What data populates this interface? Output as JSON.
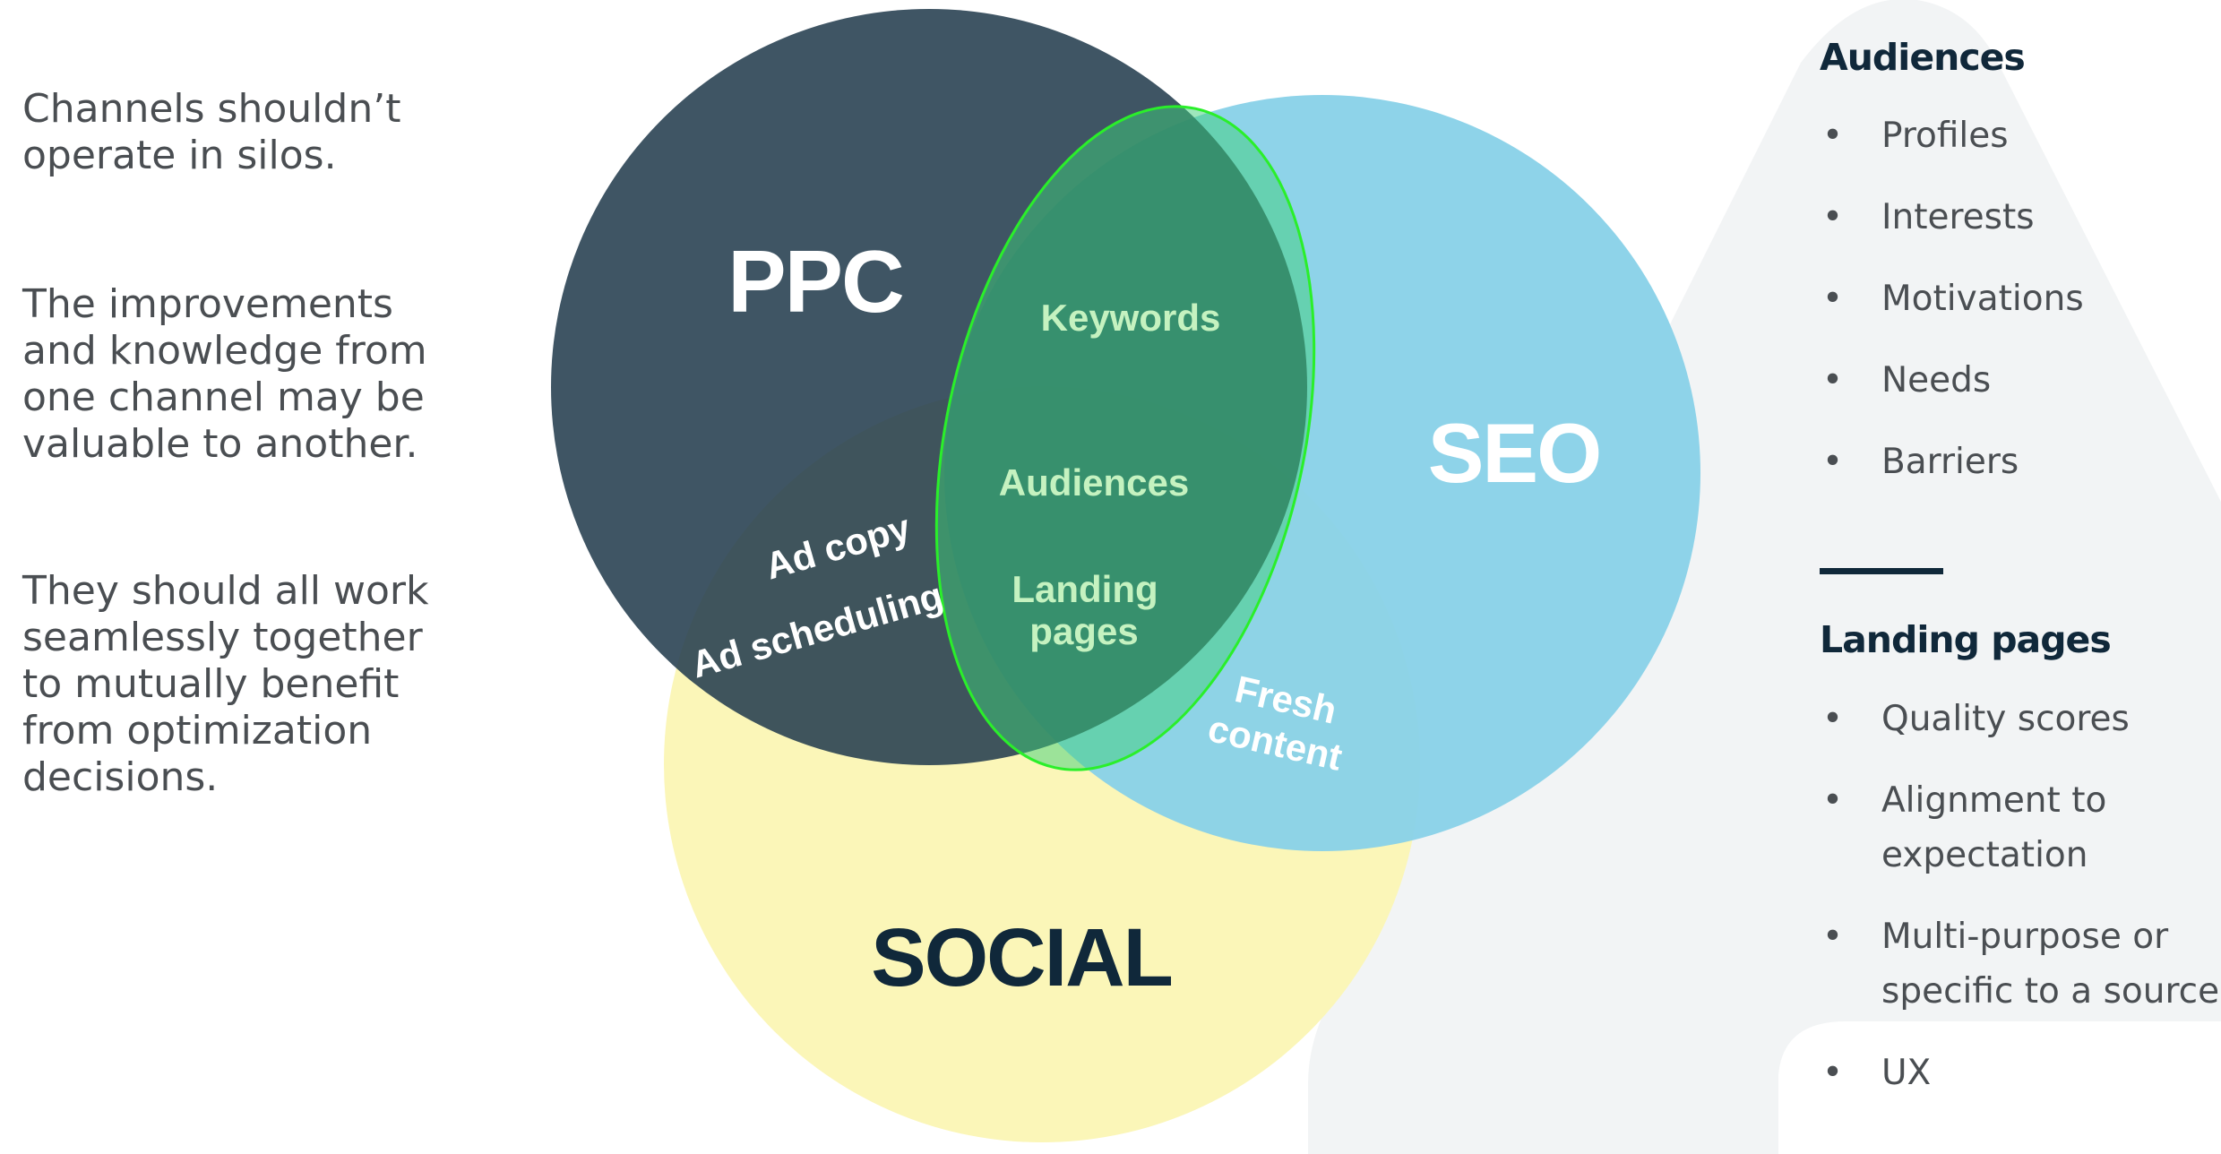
{
  "left_paragraphs": [
    "Channels shouldn’t operate in silos.",
    "The improvements and knowledge from one channel may be valuable to another.",
    "They should all work seamlessly together to mutually benefit from optimization decisions."
  ],
  "venn": {
    "circles": [
      {
        "label": "PPC",
        "color": "#243e4e"
      },
      {
        "label": "SEO",
        "color": "#89d1e8"
      },
      {
        "label": "SOCIAL",
        "color": "#fbf6b8"
      }
    ],
    "highlight_color": "#2aef2a",
    "overlap_labels": {
      "keywords": "Keywords",
      "audiences": "Audiences",
      "landing_pages_1": "Landing",
      "landing_pages_2": "pages",
      "ad_copy": "Ad copy",
      "ad_scheduling": "Ad scheduling",
      "fresh_1": "Fresh",
      "fresh_2": "content"
    }
  },
  "sidebar": {
    "audiences_title": "Audiences",
    "audiences_items": [
      "Profiles",
      "Interests",
      "Motivations",
      "Needs",
      "Barriers"
    ],
    "landing_title": "Landing pages",
    "landing_items": [
      [
        "Quality scores"
      ],
      [
        "Alignment to",
        "expectation"
      ],
      [
        "Multi-purpose or",
        "specific to a source"
      ],
      [
        "UX"
      ]
    ],
    "bullet": "•"
  }
}
